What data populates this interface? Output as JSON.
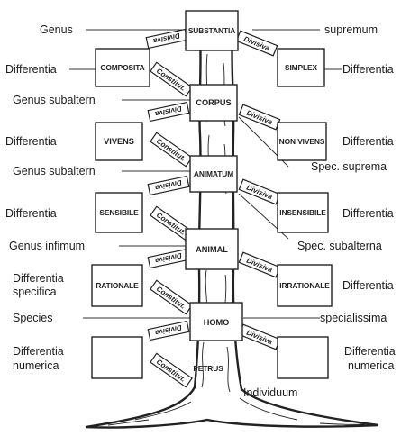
{
  "left_labels": {
    "genus": "Genus",
    "differentia_1": "Differentia",
    "genus_subaltern_1": "Genus subaltern",
    "differentia_2": "Differentia",
    "genus_subaltern_2": "Genus subaltern",
    "differentia_3": "Differentia",
    "genus_infimum": "Genus infimum",
    "differentia_specifica_line1": "Differentia",
    "differentia_specifica_line2": "specifica",
    "species": "Species",
    "differentia_numerica_line1": "Differentia",
    "differentia_numerica_line2": "numerica"
  },
  "right_labels": {
    "supremum": "supremum",
    "differentia_1": "Differentia",
    "differentia_2": "Differentia",
    "spec_suprema": "Spec. suprema",
    "differentia_3": "Differentia",
    "spec_subalterna": "Spec. subalterna",
    "differentia_4": "Differentia",
    "specialissima": "specialissima",
    "differentia_numerica_line1": "Differentia",
    "differentia_numerica_line2": "numerica",
    "individuum": "Individuum"
  },
  "center_boxes": {
    "substantia": "SUBSTANTIA",
    "corpus": "CORPUS",
    "animatum": "ANIMATUM",
    "animal": "ANIMAL",
    "homo": "HOMO",
    "petrus": "PETRUS"
  },
  "left_boxes": {
    "composita": "COMPOSITA",
    "vivens": "VIVENS",
    "sensibile": "SENSIBILE",
    "rationale": "RATIONALE"
  },
  "right_boxes": {
    "simplex": "SIMPLEX",
    "non_vivens": "NON VIVENS",
    "insensibile": "INSENSIBILE",
    "irrationale": "IRRATIONALE"
  },
  "bands": {
    "divisiva": "Divisiva",
    "constitut": "Constitut."
  }
}
